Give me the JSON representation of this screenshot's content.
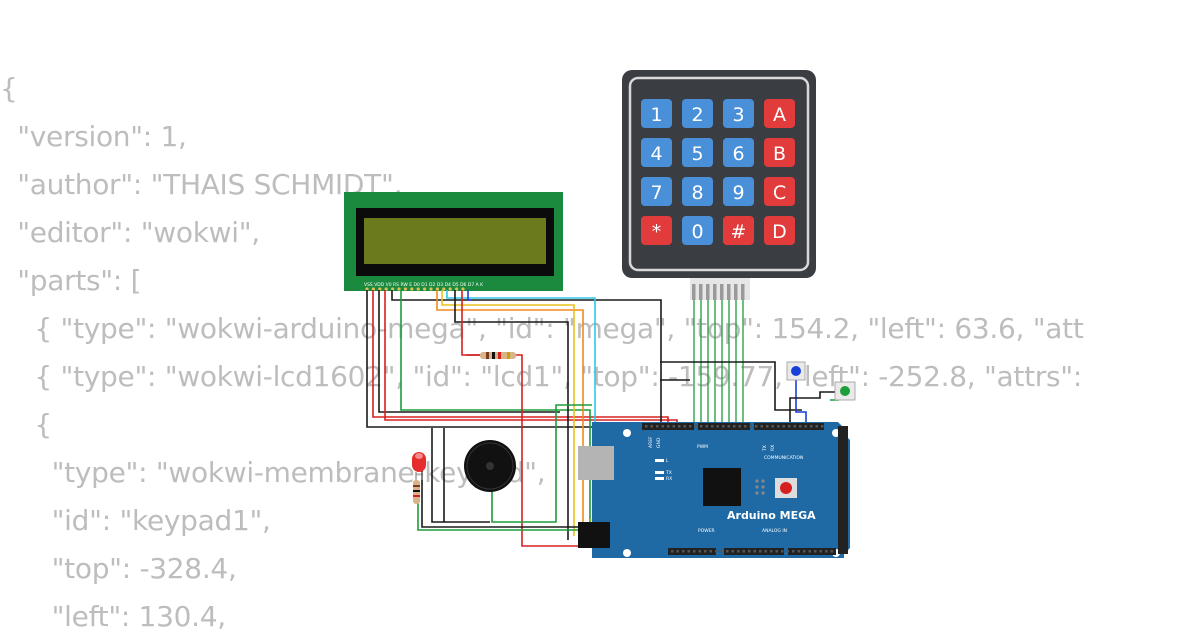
{
  "code_lines": [
    "{",
    "  \"version\": 1,",
    "  \"author\": \"THAIS SCHMIDT\",",
    "  \"editor\": \"wokwi\",",
    "  \"parts\": [",
    "    { \"type\": \"wokwi-arduino-mega\", \"id\": \"mega\", \"top\": 154.2, \"left\": 63.6, \"att",
    "    { \"type\": \"wokwi-lcd1602\", \"id\": \"lcd1\", \"top\": -159.77, \"left\": -252.8, \"attrs\":",
    "    {",
    "      \"type\": \"wokwi-membrane-keypad\",",
    "      \"id\": \"keypad1\",",
    "      \"top\": -328.4,",
    "      \"left\": 130.4,"
  ],
  "keypad": {
    "keys": [
      [
        "1",
        "2",
        "3",
        "A"
      ],
      [
        "4",
        "5",
        "6",
        "B"
      ],
      [
        "7",
        "8",
        "9",
        "C"
      ],
      [
        "*",
        "0",
        "#",
        "D"
      ]
    ],
    "colors": {
      "digit": "#4a90d9",
      "letter": "#e23b3b",
      "symbol": "#e23b3b",
      "body": "#3a3d42"
    }
  },
  "lcd": {
    "pin_labels": "VSS VDD V0 RS RW E D0 D1 D2 D3 D4 D5 D6 D7 A K",
    "colors": {
      "board": "#1b8a3e",
      "screen": "#6b7a1c"
    }
  },
  "mega": {
    "title": "Arduino MEGA",
    "aref_label": "AREF",
    "gnd_label": "GND",
    "pwm_label": "PWM",
    "comm_label": "COMMUNICATION",
    "tx_label": "TX",
    "rx_label": "RX",
    "power_label": "POWER",
    "analog_label": "ANALOG IN",
    "led_l": "L",
    "led_tx": "TX",
    "led_rx": "RX",
    "colors": {
      "board": "#1f6aa5",
      "header": "#222222"
    }
  },
  "wire_colors": {
    "black": "#1a1a1a",
    "red": "#d62020",
    "green": "#1c9e3a",
    "yellow": "#e8c21c",
    "cyan": "#2ec8e6",
    "orange": "#f08a1c",
    "blue": "#1a3fd8"
  }
}
